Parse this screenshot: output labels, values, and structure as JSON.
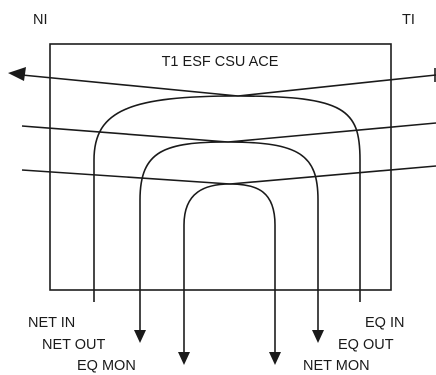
{
  "diagram": {
    "side_left": "NI",
    "side_right": "TI",
    "box_title": "T1 ESF CSU ACE",
    "ports": {
      "net_in": "NET IN",
      "net_out": "NET OUT",
      "eq_mon": "EQ MON",
      "eq_in": "EQ IN",
      "eq_out": "EQ OUT",
      "net_mon": "NET MON"
    }
  }
}
